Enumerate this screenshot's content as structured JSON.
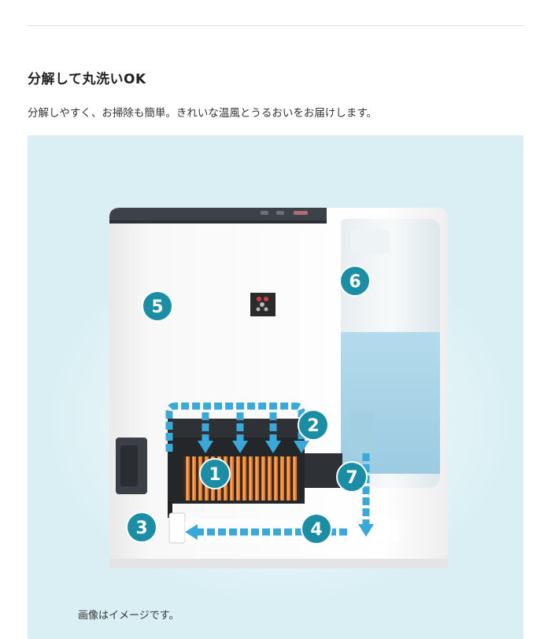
{
  "section": {
    "title": "分解して丸洗いOK",
    "description": "分解しやすく、お掃除も簡単。きれいな温風とうるおいをお届けします。"
  },
  "figure": {
    "caption": "画像はイメージです。",
    "callouts": [
      "1",
      "2",
      "3",
      "4",
      "5",
      "6",
      "7"
    ],
    "colors": {
      "background": "#d9eff4",
      "callout": "#1b8ea6",
      "airflow": "#3aa8d8",
      "heater": "#e07a2e",
      "water": "#aad5e8"
    }
  }
}
